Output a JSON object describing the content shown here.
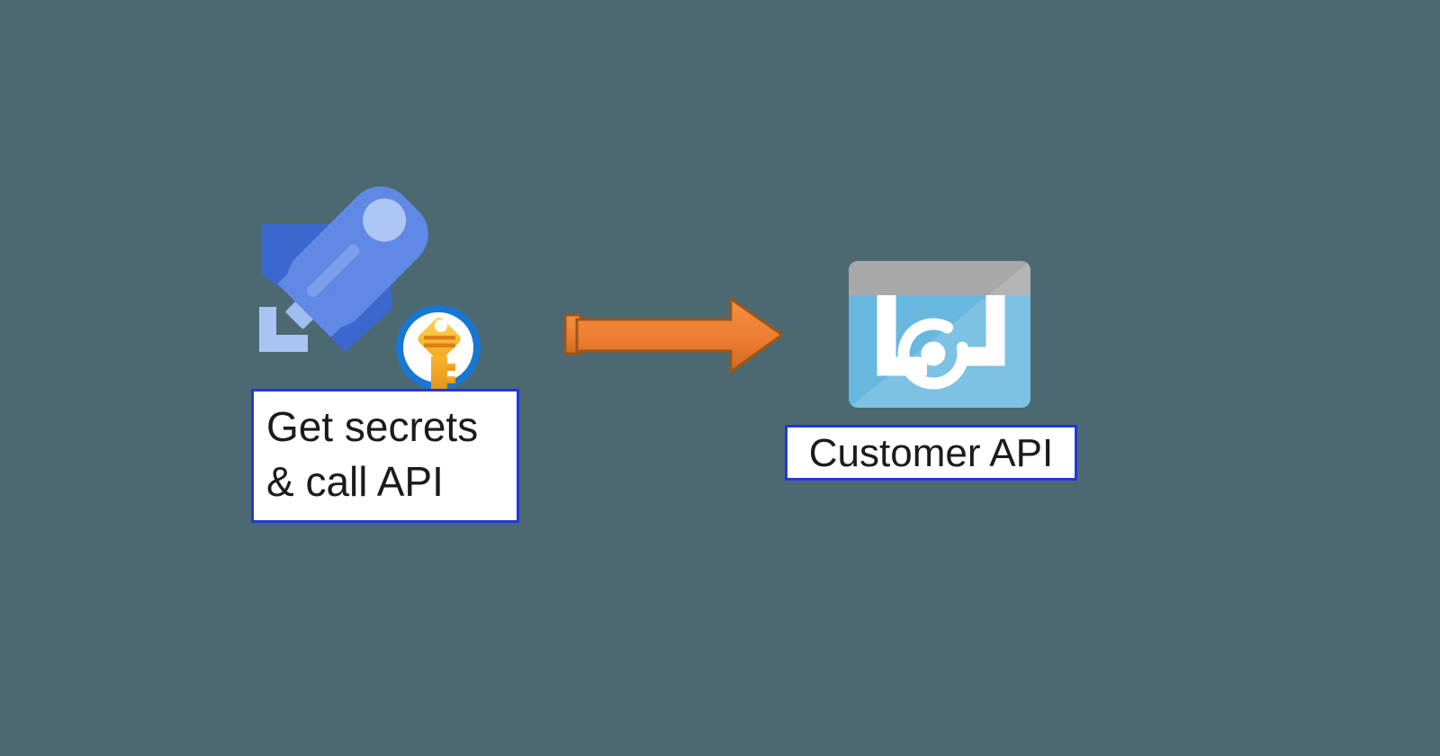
{
  "canvas": {
    "background_color": "#4C6971"
  },
  "client_app": {
    "icon_name": "azure-rocket-app-icon",
    "badge_icon_name": "key-vault-key-icon",
    "label_line1": "Get secrets",
    "label_line2": "& call API"
  },
  "flow_arrow": {
    "icon_name": "right-block-arrow",
    "direction": "right",
    "fill_color": "#ED7D31",
    "outline_color": "#9C561C"
  },
  "customer_api": {
    "icon_name": "api-app-window-icon",
    "label": "Customer API"
  },
  "colors": {
    "label_box_border": "#2038D8",
    "label_text": "#1B1B1B",
    "rocket_back_shape": "#3B67CE",
    "rocket_body": "#6088E5",
    "rocket_window": "#AEC6F4",
    "rocket_bracket": "#A9C3F3",
    "key_ring_blue": "#1877D2",
    "key_gold": "#F6B41F",
    "api_icon_body_blue": "#68B7DF",
    "api_icon_header_gray": "#A8A8A8",
    "glyph_white": "#FFFFFF"
  }
}
